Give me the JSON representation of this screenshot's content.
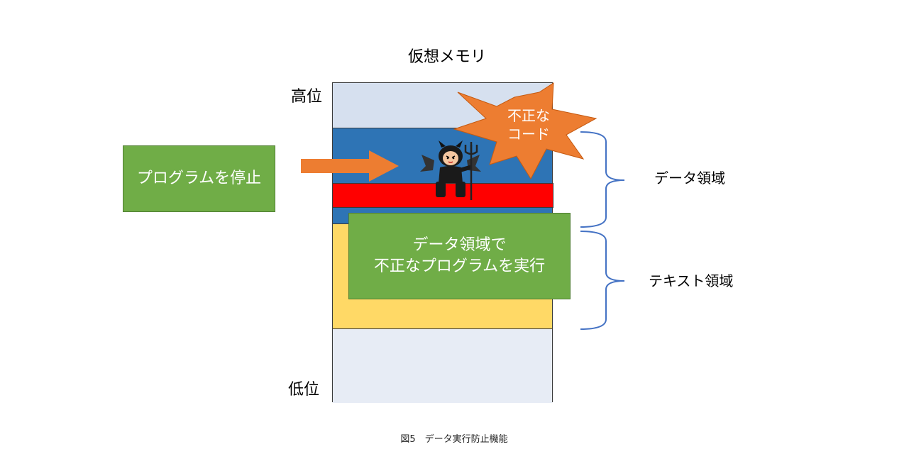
{
  "title": "仮想メモリ",
  "labels": {
    "high": "高位",
    "low": "低位"
  },
  "regions": {
    "data": "データ領域",
    "text": "テキスト領域"
  },
  "boxes": {
    "stop_program": "プログラムを停止",
    "exec_line1": "データ領域で",
    "exec_line2": "不正なプログラムを実行"
  },
  "burst": {
    "line1": "不正な",
    "line2": "コード"
  },
  "caption": "図5　データ実行防止機能",
  "colors": {
    "data_segment": "#2e74b5",
    "text_segment": "#ffd966",
    "top_segment": "#d6e0ef",
    "bottom_segment": "#e7ecf5",
    "red_bar": "#ff0000",
    "green_box": "#70ad47",
    "arrow": "#ed7d31",
    "burst": "#ed7d31",
    "brace": "#4472c4"
  },
  "icons": {
    "malicious_actor": "devil-with-trident-icon",
    "arrow": "right-arrow-icon"
  }
}
